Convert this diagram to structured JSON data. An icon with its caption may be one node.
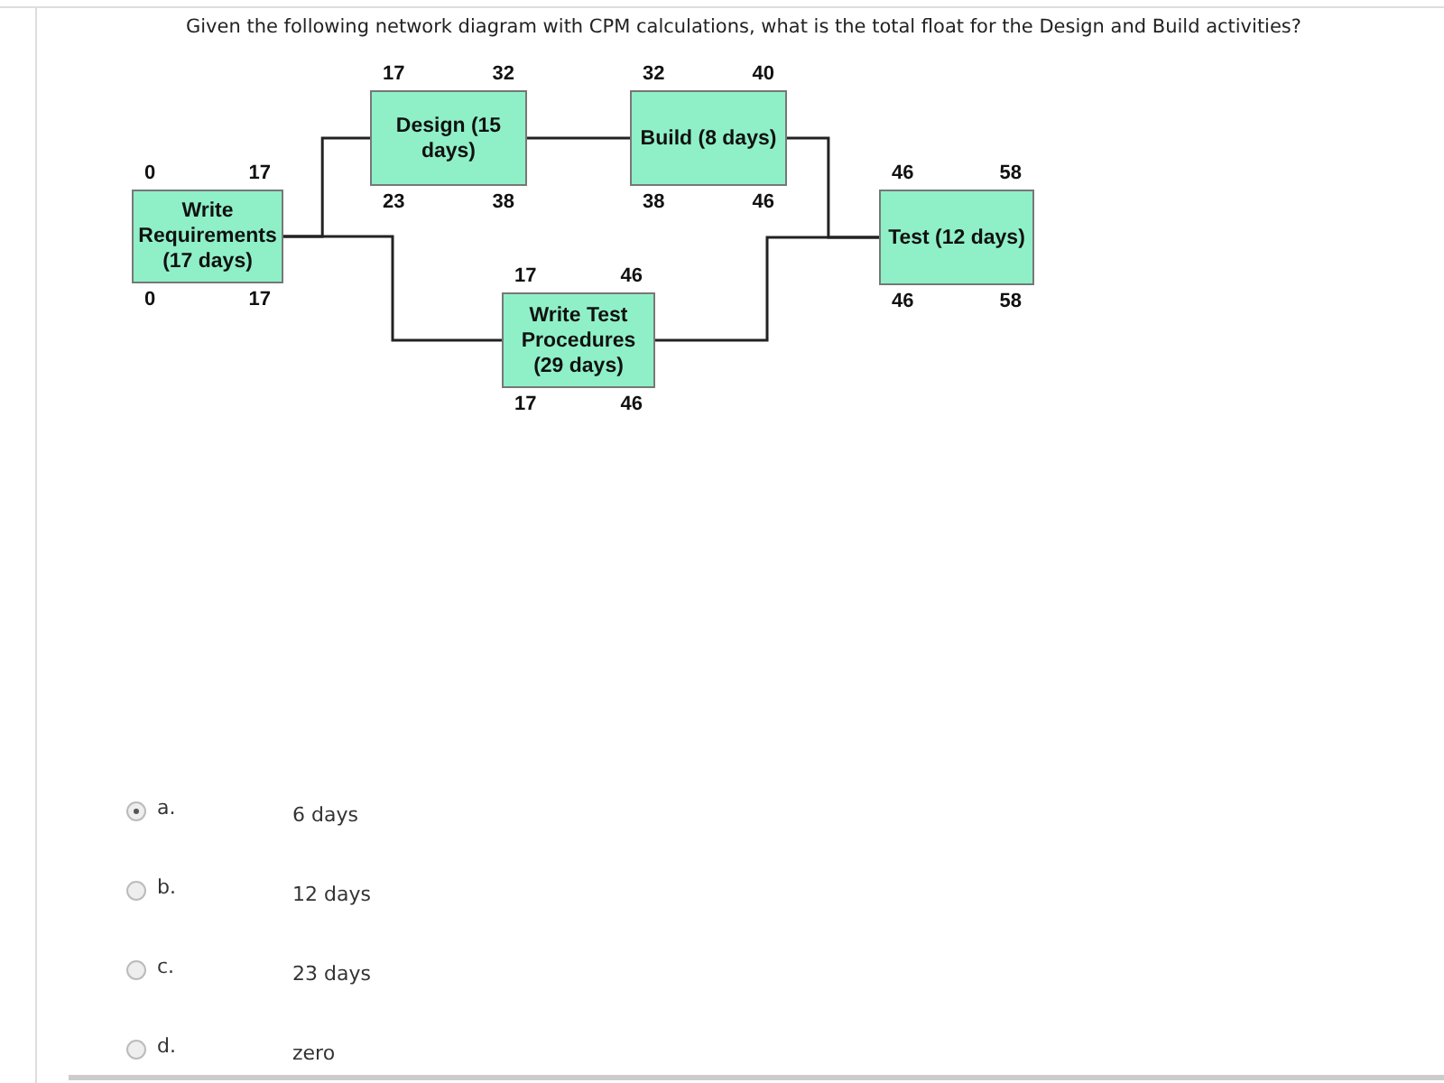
{
  "diagram": {
    "title": "Given the following network diagram with CPM calculations, what is the total float for the Design and Build activities?",
    "nodes": [
      {
        "text": [
          "Write Requirements (17 days)"
        ],
        "beside": [
          "0",
          "17",
          "0",
          "17"
        ]
      },
      {
        "text": [
          "Design (15 days)"
        ],
        "beside": [
          "17",
          "32",
          "23",
          "38"
        ]
      },
      {
        "text": [
          "Build (8 days)"
        ],
        "beside": [
          "32",
          "40",
          "38",
          "46"
        ]
      },
      {
        "text": [
          "Write Test Procedures (29 days)"
        ],
        "beside": [
          "17",
          "46",
          "17",
          "46"
        ]
      },
      {
        "text": [
          "Test (12 days)"
        ],
        "beside": [
          "46",
          "58",
          "46",
          "58"
        ]
      }
    ],
    "edges": [
      {
        "from": 0,
        "to": 1,
        "arrow": "none"
      },
      {
        "from": 0,
        "to": 3,
        "arrow": "none"
      },
      {
        "from": 1,
        "to": 2,
        "arrow": "none"
      },
      {
        "from": 2,
        "to": 4,
        "arrow": "none"
      },
      {
        "from": 3,
        "to": 4,
        "arrow": "none"
      }
    ],
    "labels": [
      "a.",
      "6 days",
      "b.",
      "12 days",
      "c.",
      "23 days",
      "d.",
      "zero"
    ]
  }
}
